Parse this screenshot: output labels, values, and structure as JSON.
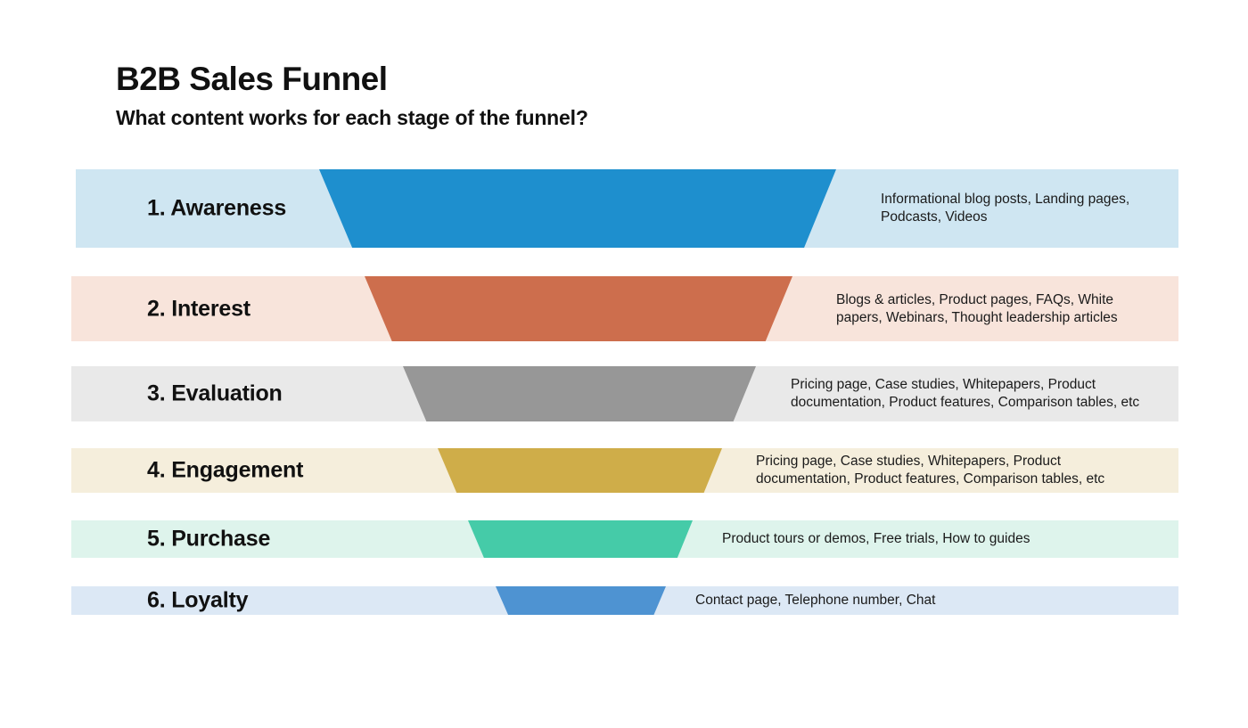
{
  "header": {
    "title": "B2B Sales Funnel",
    "subtitle": "What content works for each stage of the funnel?"
  },
  "stages": [
    {
      "label": "1. Awareness",
      "content": "Informational blog posts, Landing pages, Podcasts, Videos",
      "band_color": "#cfe6f2",
      "shape_color": "#1e8fce"
    },
    {
      "label": "2. Interest",
      "content": "Blogs & articles, Product pages, FAQs, White papers, Webinars, Thought leadership articles",
      "band_color": "#f8e4db",
      "shape_color": "#cd6e4d"
    },
    {
      "label": "3. Evaluation",
      "content": "Pricing page, Case studies, Whitepapers, Product documentation, Product features, Comparison tables, etc",
      "band_color": "#e9e9e9",
      "shape_color": "#979797"
    },
    {
      "label": "4. Engagement",
      "content": "Pricing page, Case studies, Whitepapers, Product documentation, Product features, Comparison tables, etc",
      "band_color": "#f5eedc",
      "shape_color": "#cfad49"
    },
    {
      "label": "5. Purchase",
      "content": "Product tours or demos, Free trials, How to guides",
      "band_color": "#def4ec",
      "shape_color": "#45cba8"
    },
    {
      "label": "6. Loyalty",
      "content": "Contact page, Telephone number, Chat",
      "band_color": "#dce8f5",
      "shape_color": "#4e93d2"
    }
  ]
}
